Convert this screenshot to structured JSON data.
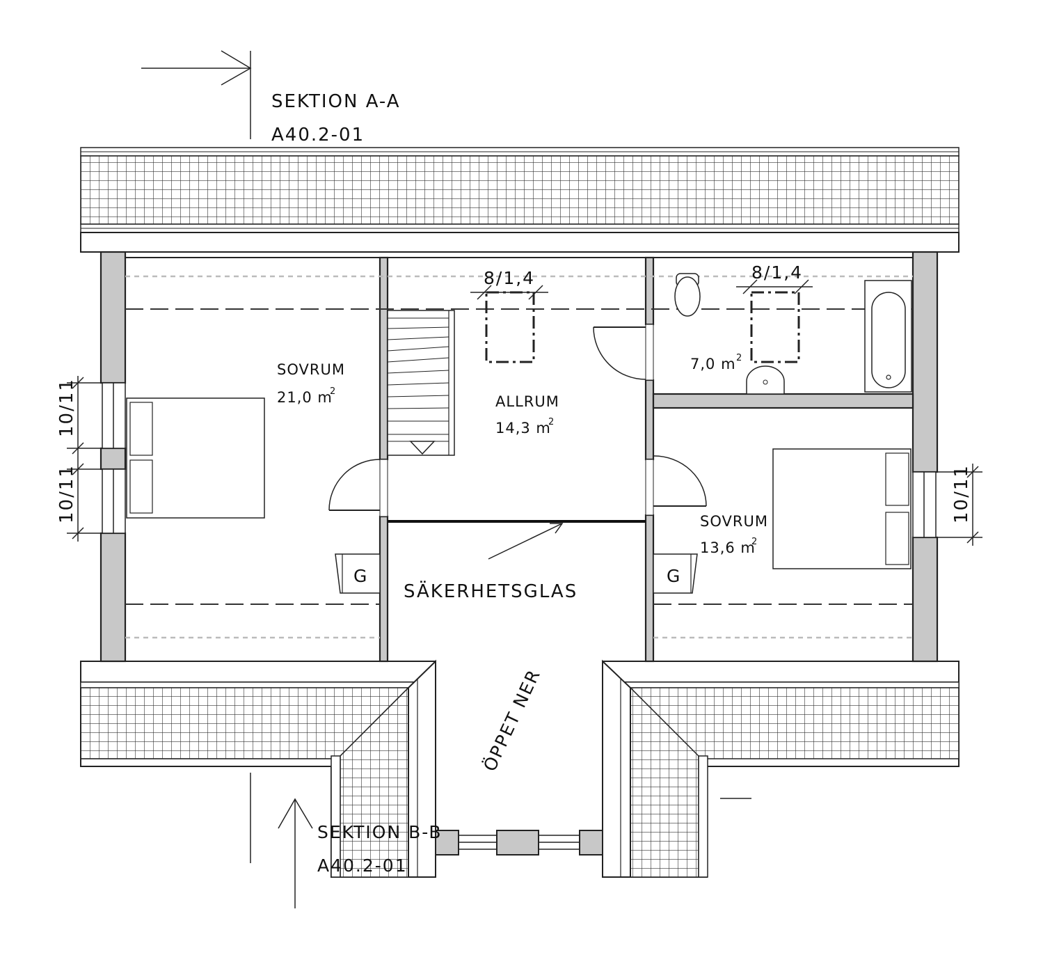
{
  "sections": {
    "a": {
      "title": "SEKTION A-A",
      "ref": "A40.2-01"
    },
    "b": {
      "title": "SEKTION B-B",
      "ref": "A40.2-01"
    }
  },
  "rooms": {
    "bedroom_left": {
      "name": "SOVRUM",
      "area": "21,0 m",
      "unit_exp": "2"
    },
    "living": {
      "name": "ALLRUM",
      "area": "14,3 m",
      "unit_exp": "2"
    },
    "bathroom": {
      "area": "7,0 m",
      "unit_exp": "2"
    },
    "bedroom_right": {
      "name": "SOVRUM",
      "area": "13,6 m",
      "unit_exp": "2"
    }
  },
  "labels": {
    "safety_glass": "SÄKERHETSGLAS",
    "open_below": "ÖPPET NER",
    "wardrobe": "G"
  },
  "dimensions": {
    "skylight": "8/1,4",
    "window": "10/11"
  },
  "colors": {
    "wall_fill": "#c8c8c8",
    "line": "#222222",
    "dotted": "#bbbbbb"
  }
}
